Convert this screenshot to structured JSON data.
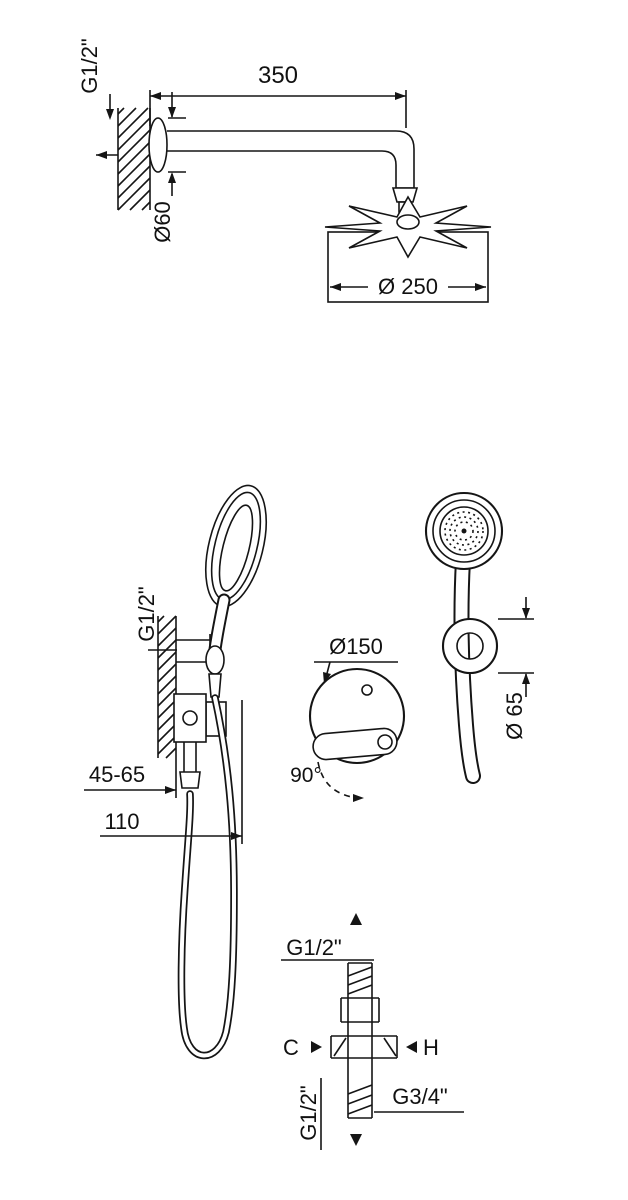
{
  "page": {
    "background": "#ffffff",
    "line_color": "#151515"
  },
  "overhead_assembly": {
    "wall_thread_label": "G1/2\"",
    "arm_length_label": "350",
    "escutcheon_diameter_label": "Ø60",
    "head_diameter_label": "Ø 250"
  },
  "mixer_assembly": {
    "wall_thread_label": "G1/2\"",
    "recess_depth_label": "45-65",
    "total_depth_label": "110",
    "trim_plate_diameter_label": "Ø150",
    "handle_rotation_label": "90°",
    "holder_diameter_label": "Ø 65"
  },
  "valve_schematic": {
    "top_thread_label": "G1/2\"",
    "cold_inlet_label": "C",
    "hot_inlet_label": "H",
    "side_outlet_thread_label": "G3/4\"",
    "bottom_thread_label": "G1/2\""
  }
}
